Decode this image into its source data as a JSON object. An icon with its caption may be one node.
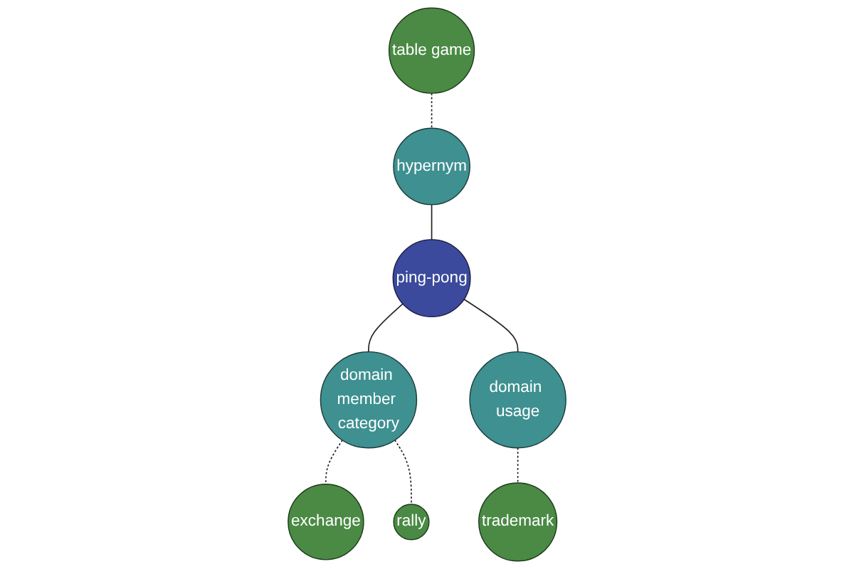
{
  "diagram": {
    "nodes": [
      {
        "text": [
          "table game"
        ]
      },
      {
        "text": [
          "hypernym"
        ]
      },
      {
        "text": [
          "ping-pong"
        ]
      },
      {
        "text": [
          "domain member category"
        ]
      },
      {
        "text": [
          "domain usage"
        ]
      },
      {
        "text": [
          "exchange"
        ]
      },
      {
        "text": [
          "rally"
        ]
      },
      {
        "text": [
          "trademark"
        ]
      }
    ],
    "edges": [
      {
        "from": 0,
        "to": 1,
        "arrow": "none",
        "style": "dashed"
      },
      {
        "from": 1,
        "to": 2,
        "arrow": "none"
      },
      {
        "from": 2,
        "to": 3,
        "arrow": "none"
      },
      {
        "from": 2,
        "to": 4,
        "arrow": "none"
      },
      {
        "from": 3,
        "to": 5,
        "arrow": "none",
        "style": "dashed"
      },
      {
        "from": 3,
        "to": 6,
        "arrow": "none",
        "style": "dashed"
      },
      {
        "from": 4,
        "to": 7,
        "arrow": "none",
        "style": "dashed"
      }
    ]
  }
}
